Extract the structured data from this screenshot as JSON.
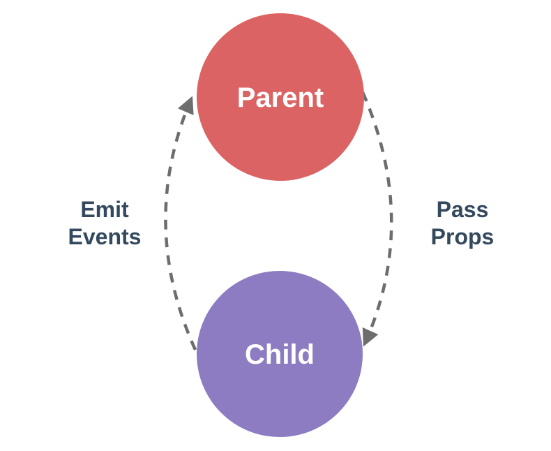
{
  "diagram": {
    "type": "flow-diagram",
    "background": "#FFFFFF",
    "nodes": {
      "parent": {
        "label": "Parent",
        "fill": "#DB6363",
        "text_color": "#FFFFFF"
      },
      "child": {
        "label": "Child",
        "fill": "#8D7CC2",
        "text_color": "#FFFFFF"
      }
    },
    "edges": {
      "emit_events": {
        "label_line1": "Emit",
        "label_line2": "Events",
        "from": "Child",
        "to": "Parent",
        "style": "dashed"
      },
      "pass_props": {
        "label_line1": "Pass",
        "label_line2": "Props",
        "from": "Parent",
        "to": "Child",
        "style": "dashed"
      }
    },
    "colors": {
      "arrow": "#6D6D6D",
      "edge_label_text": "#34495E"
    }
  }
}
